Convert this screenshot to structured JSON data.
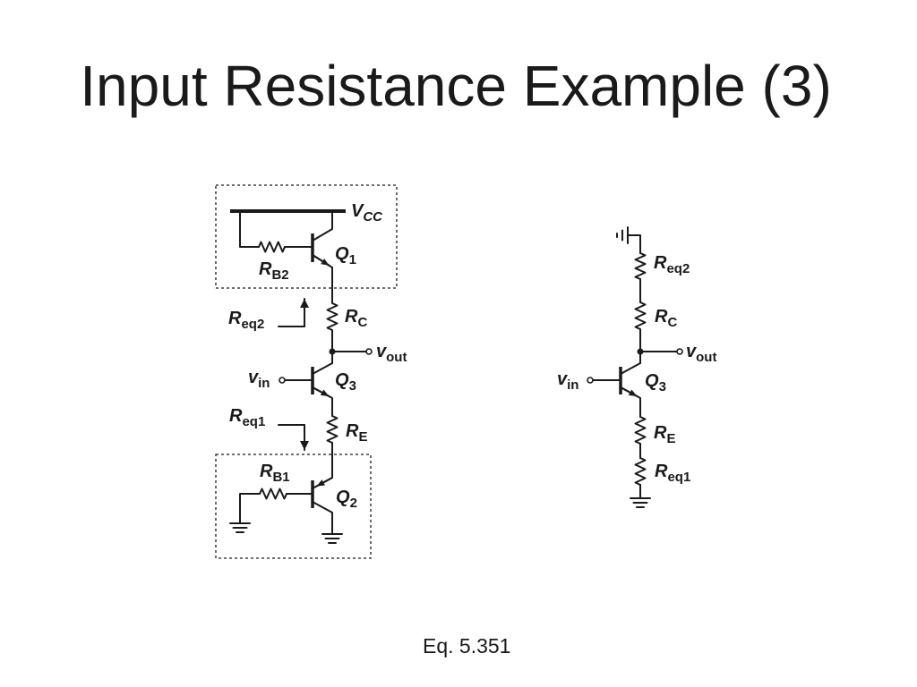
{
  "colors": {
    "background": "#ffffff",
    "ink": "#1a1a1a"
  },
  "slide": {
    "title": "Input Resistance Example (3)",
    "footnote": "Eq. 5.351"
  },
  "left_circuit": {
    "supply": {
      "symbol": "V",
      "sub": "CC"
    },
    "q1": {
      "symbol": "Q",
      "sub": "1"
    },
    "r_b2": {
      "symbol": "R",
      "sub": "B2"
    },
    "r_eq2": {
      "symbol": "R",
      "sub": "eq2"
    },
    "r_c": {
      "symbol": "R",
      "sub": "C"
    },
    "v_out": {
      "symbol": "v",
      "sub": "out"
    },
    "v_in": {
      "symbol": "v",
      "sub": "in"
    },
    "q3": {
      "symbol": "Q",
      "sub": "3"
    },
    "r_eq1": {
      "symbol": "R",
      "sub": "eq1"
    },
    "r_e": {
      "symbol": "R",
      "sub": "E"
    },
    "r_b1": {
      "symbol": "R",
      "sub": "B1"
    },
    "q2": {
      "symbol": "Q",
      "sub": "2"
    }
  },
  "right_circuit": {
    "r_eq2": {
      "symbol": "R",
      "sub": "eq2"
    },
    "r_c": {
      "symbol": "R",
      "sub": "C"
    },
    "v_out": {
      "symbol": "v",
      "sub": "out"
    },
    "v_in": {
      "symbol": "v",
      "sub": "in"
    },
    "q3": {
      "symbol": "Q",
      "sub": "3"
    },
    "r_e": {
      "symbol": "R",
      "sub": "E"
    },
    "r_eq1": {
      "symbol": "R",
      "sub": "eq1"
    }
  }
}
